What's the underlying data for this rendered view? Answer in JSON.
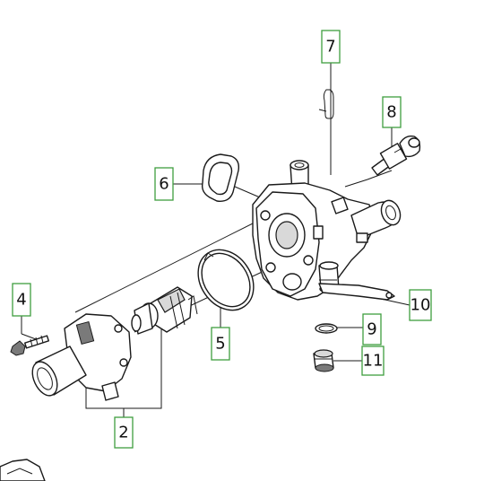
{
  "callouts": {
    "c2": "2",
    "c4": "4",
    "c5": "5",
    "c6": "6",
    "c7": "7",
    "c8": "8",
    "c9": "9",
    "c10": "10",
    "c11": "11"
  },
  "colors": {
    "callout_border": "#3f9e3f",
    "line": "#1a1a1a"
  }
}
